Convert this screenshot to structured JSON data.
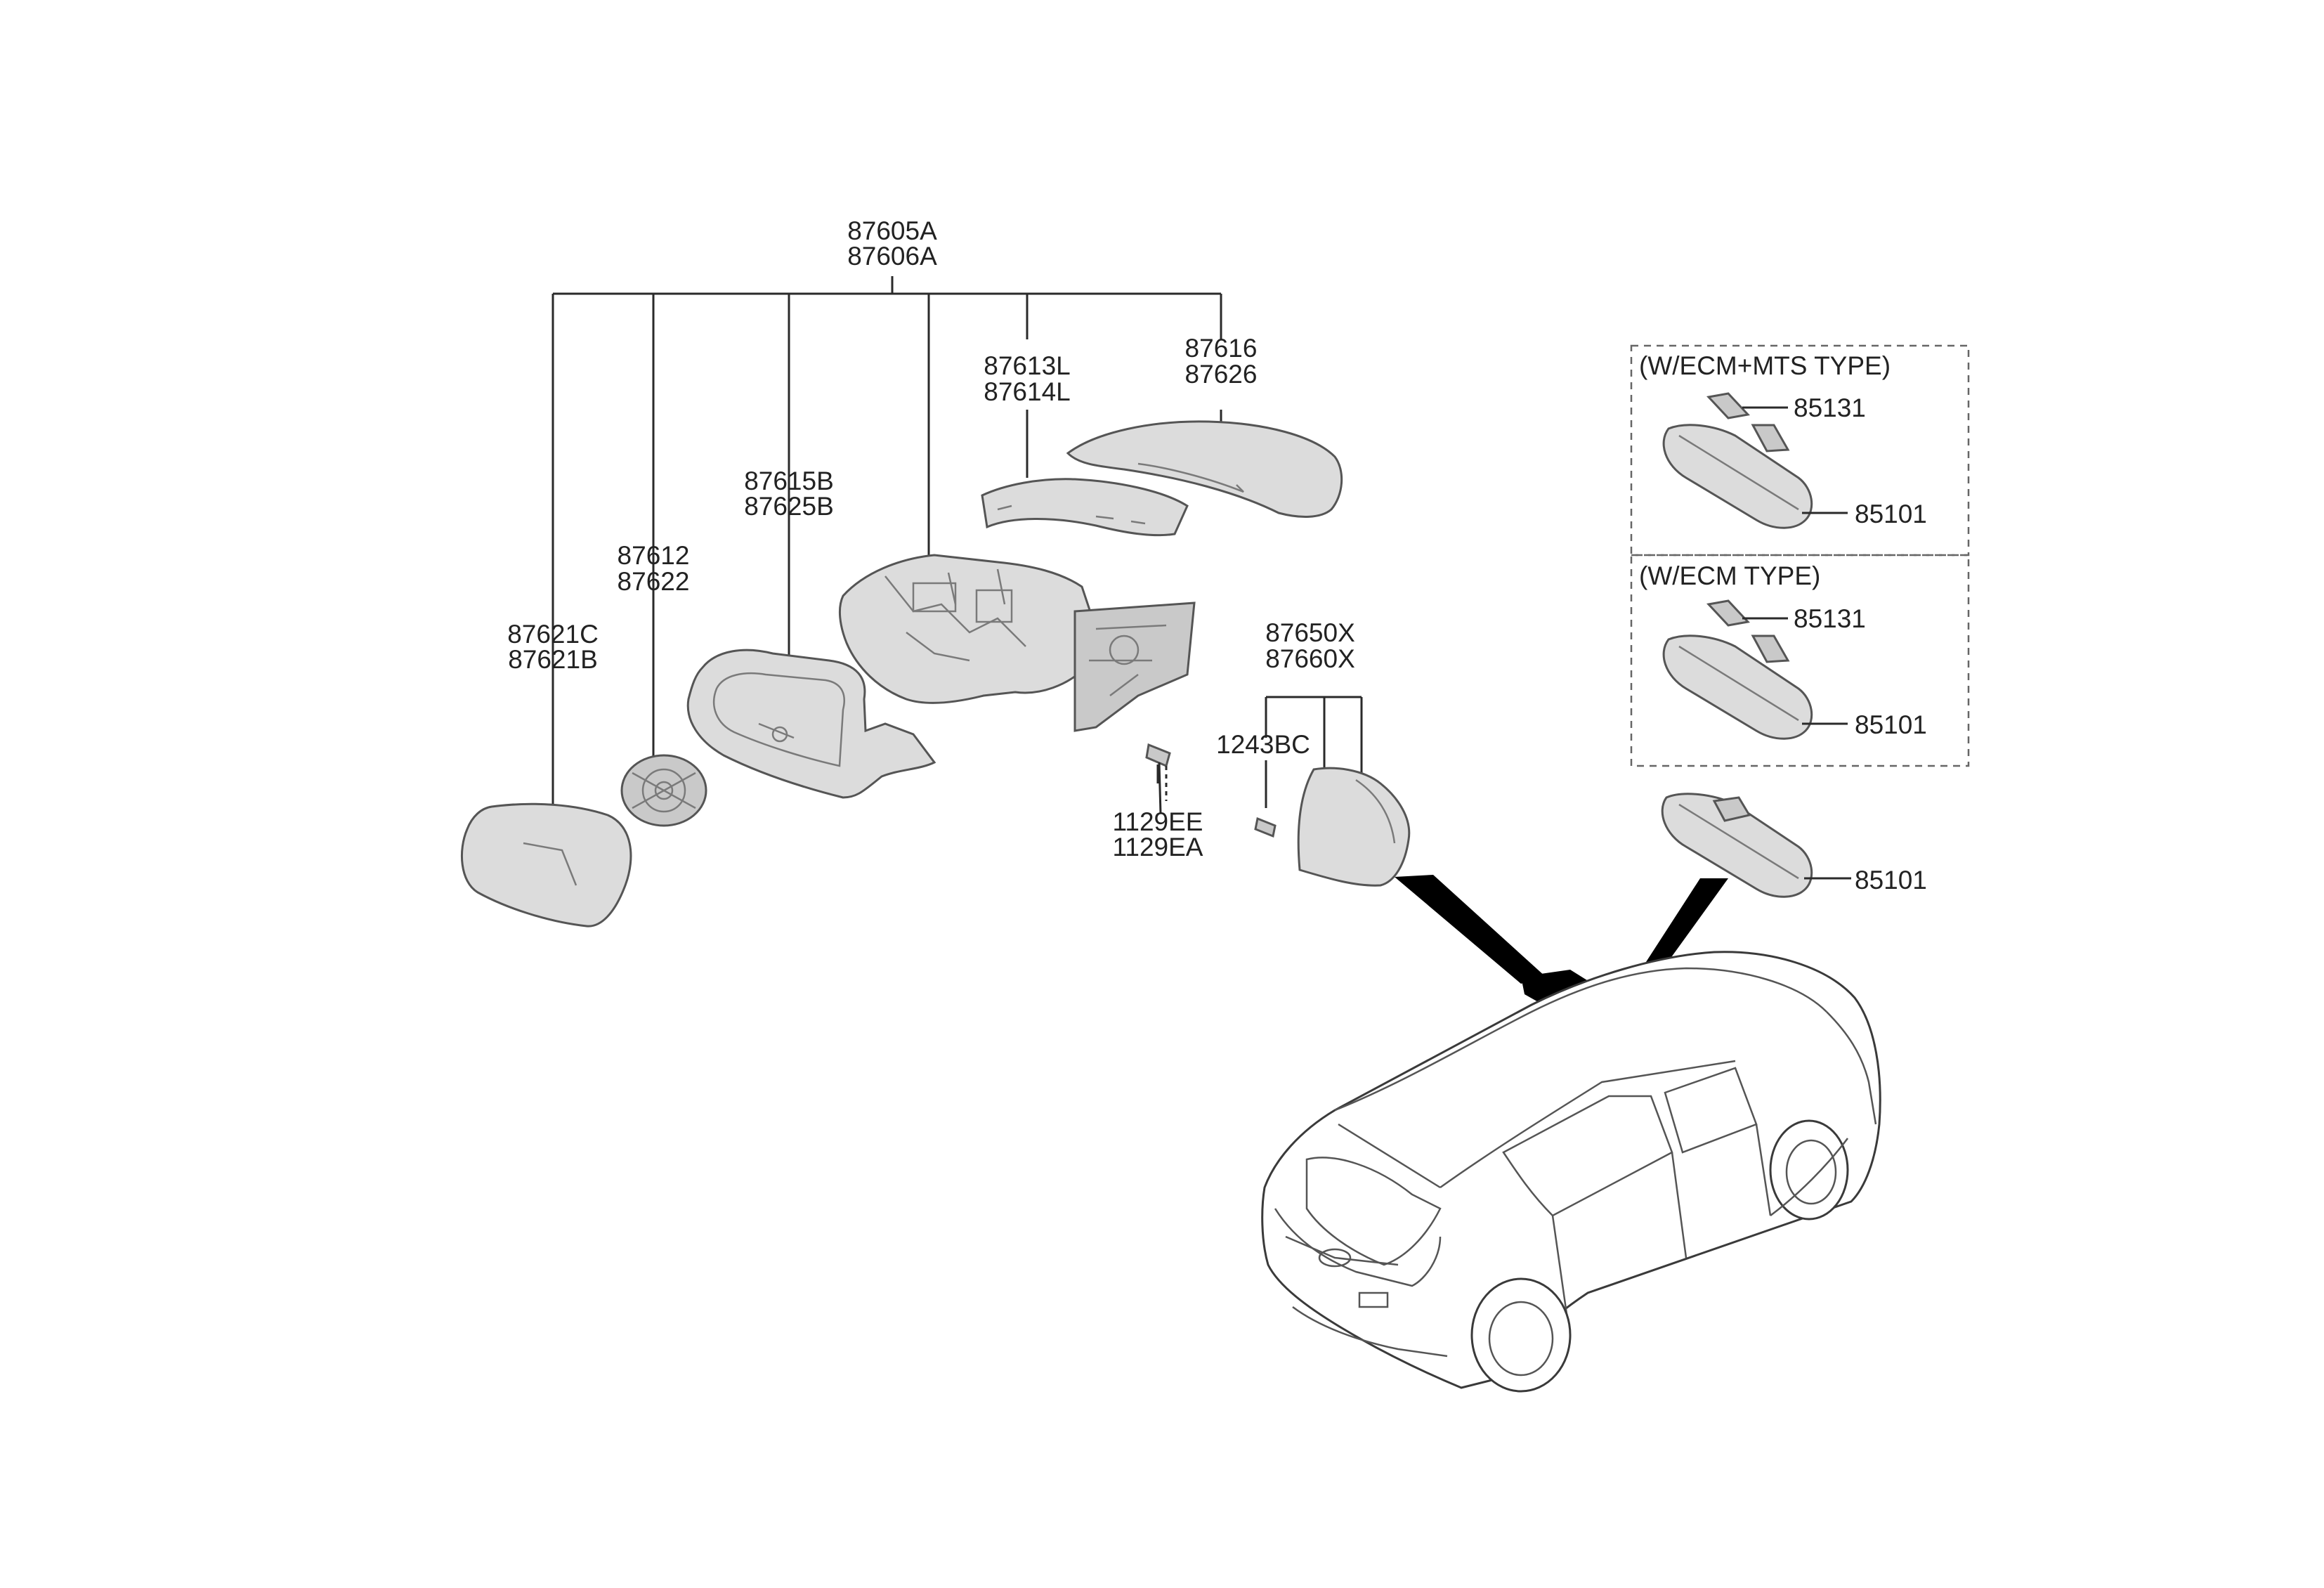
{
  "callouts": {
    "main_assy": [
      "87605A",
      "87606A"
    ],
    "mirror_glass": [
      "87621C",
      "87621B"
    ],
    "actuator": [
      "87612",
      "87622"
    ],
    "housing_frame": [
      "87615B",
      "87625B"
    ],
    "side_repeater": [
      "87613L",
      "87614L"
    ],
    "scalp_cover": [
      "87616",
      "87626"
    ],
    "bolt": [
      "1129EE",
      "1129EA"
    ],
    "triangle_cover": [
      "87650X",
      "87660X"
    ],
    "screw": "1243BC"
  },
  "inside_mirror": {
    "box1_title": "(W/ECM+MTS TYPE)",
    "box1_cover": "85131",
    "box1_mirror": "85101",
    "box2_title": "(W/ECM TYPE)",
    "box2_cover": "85131",
    "box2_mirror": "85101",
    "standard_mirror": "85101"
  },
  "colors": {
    "line": "#2a2a2a",
    "part_fill": "#dcdcdc",
    "pointer": "#000000"
  }
}
